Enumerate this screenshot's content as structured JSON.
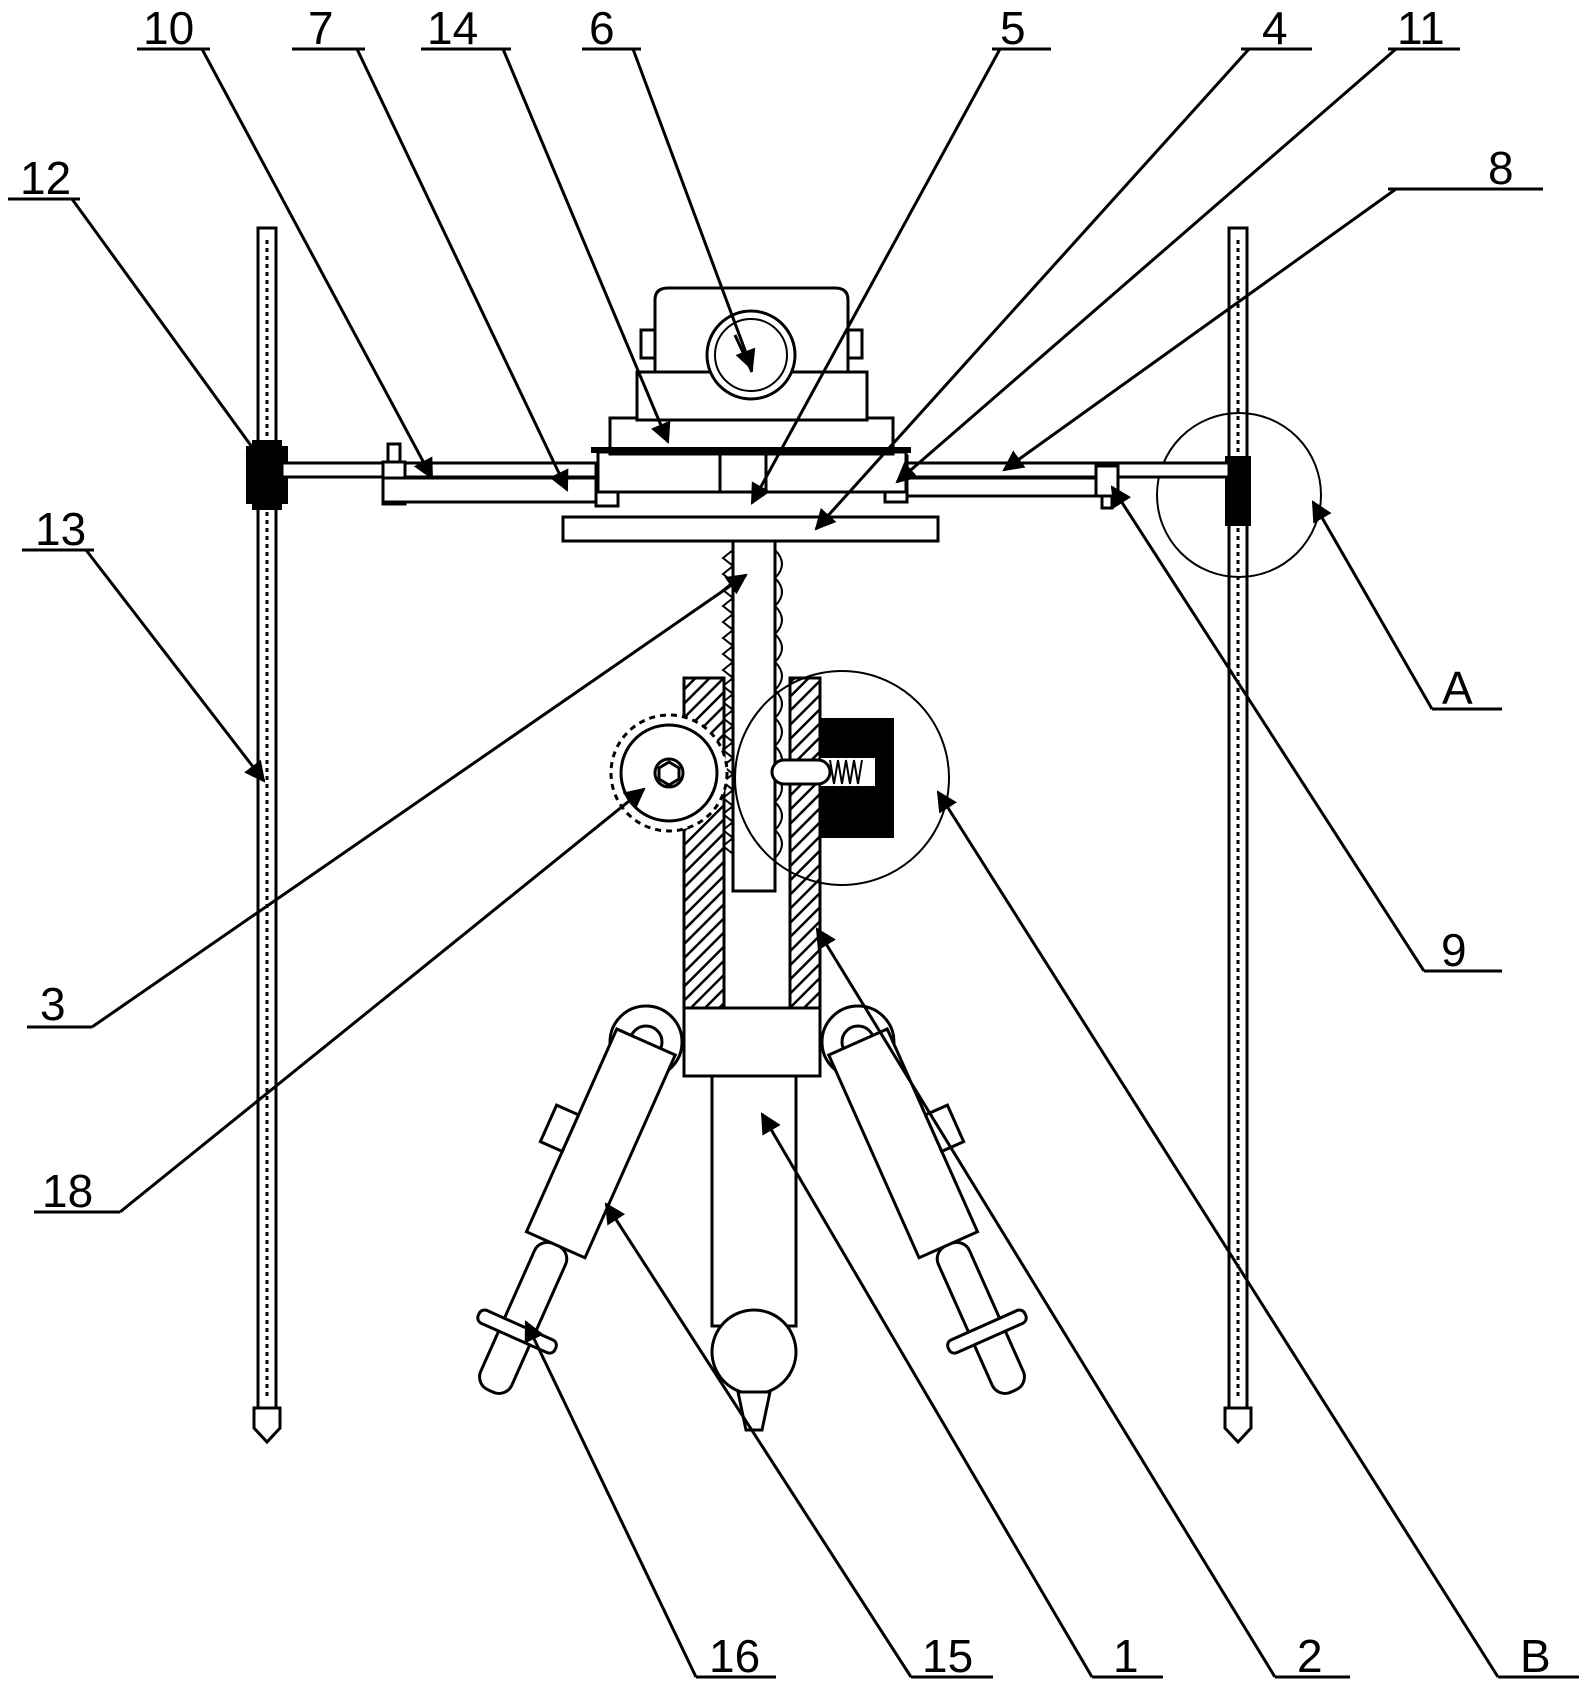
{
  "labels": {
    "top": [
      "10",
      "7",
      "14",
      "6",
      "5",
      "4",
      "11",
      "8"
    ],
    "left": [
      "12",
      "13",
      "3",
      "18"
    ],
    "right": [
      "A",
      "9"
    ],
    "bottom": [
      "16",
      "15",
      "1",
      "2",
      "B"
    ]
  }
}
